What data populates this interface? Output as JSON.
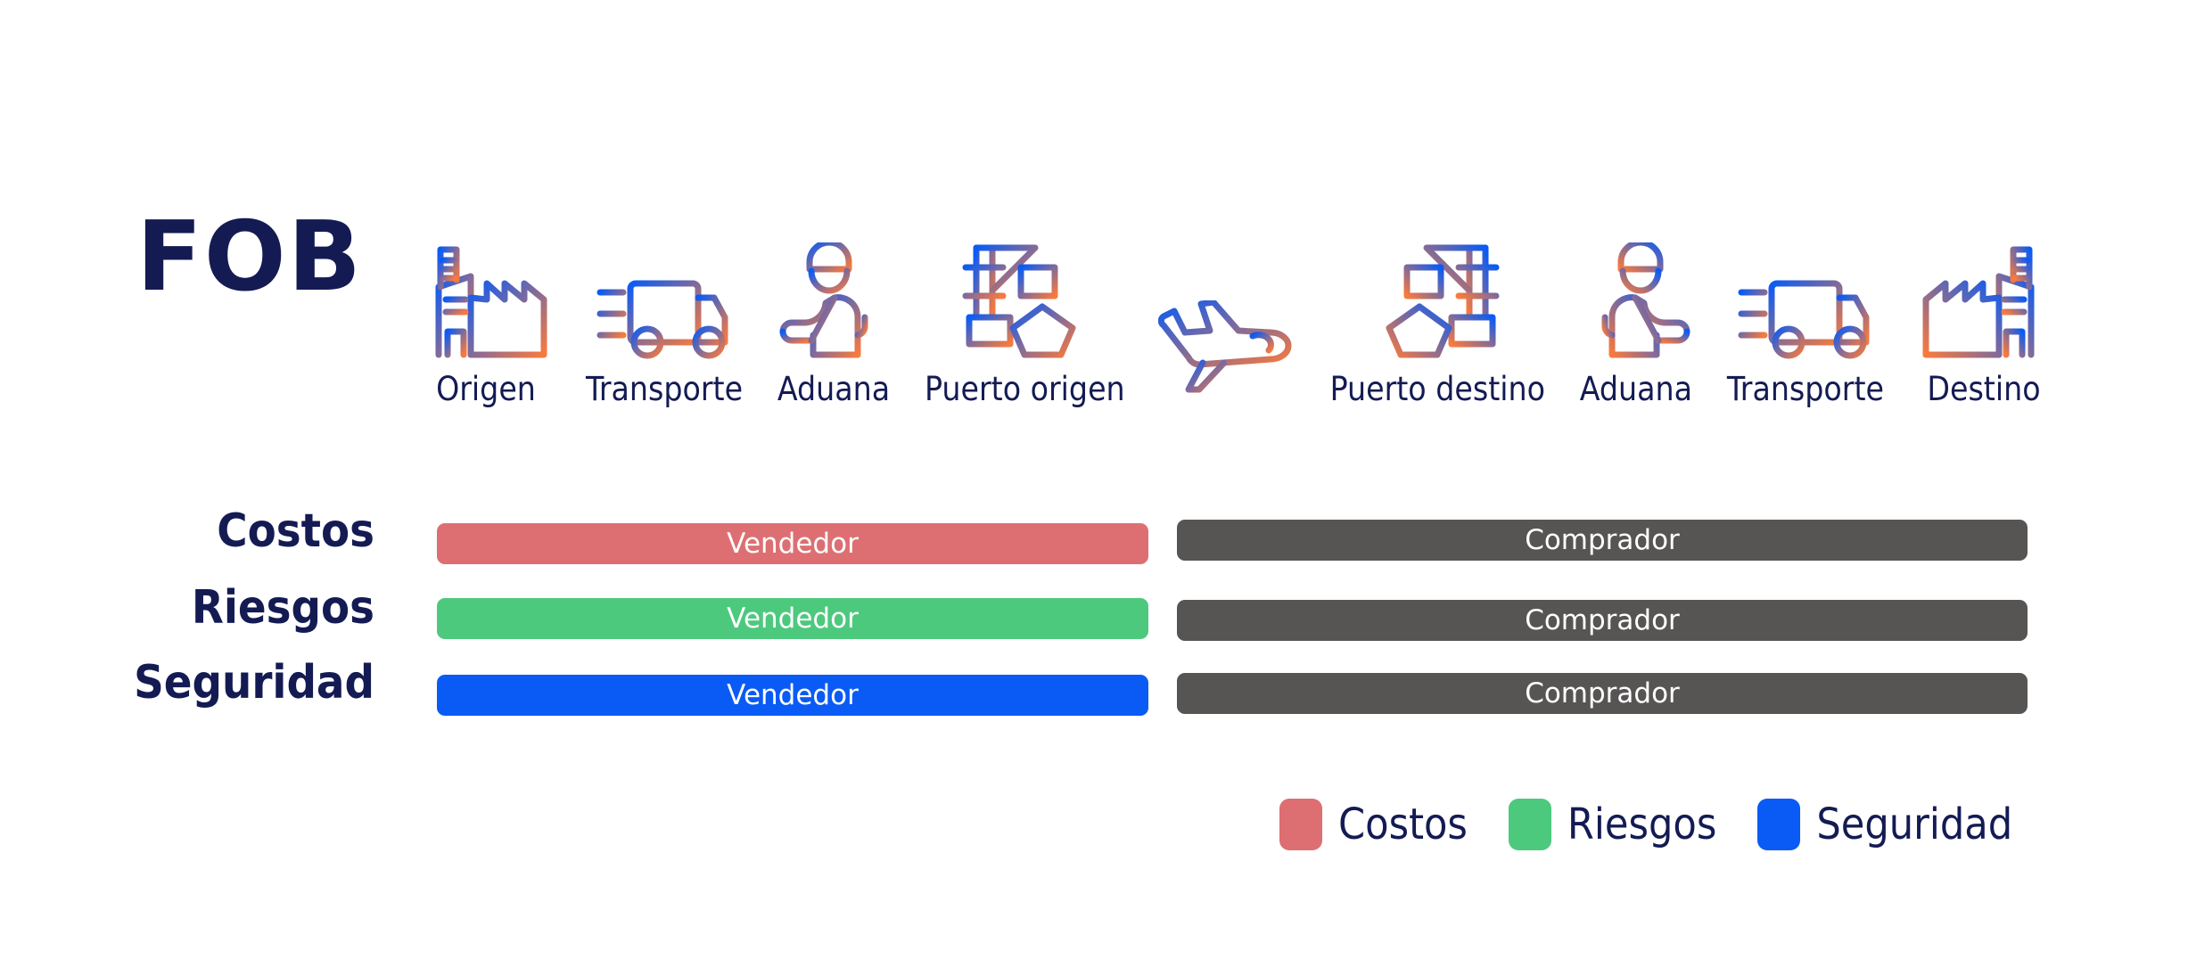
{
  "title": "FOB",
  "journey": {
    "steps": [
      {
        "label": "Origen",
        "icon": "factory-icon"
      },
      {
        "label": "Transporte",
        "icon": "truck-icon"
      },
      {
        "label": "Aduana",
        "icon": "customs-officer-icon"
      },
      {
        "label": "Puerto origen",
        "icon": "port-crane-icon"
      },
      {
        "label": "",
        "icon": "airplane-icon"
      },
      {
        "label": "Puerto destino",
        "icon": "port-crane-mirrored-icon"
      },
      {
        "label": "Aduana",
        "icon": "customs-officer-mirrored-icon"
      },
      {
        "label": "Transporte",
        "icon": "truck-icon"
      },
      {
        "label": "Destino",
        "icon": "factory-mirrored-icon"
      }
    ]
  },
  "chart_data": {
    "type": "bar",
    "title": "FOB",
    "categories": [
      "Costos",
      "Riesgos",
      "Seguridad"
    ],
    "segment_labels": [
      "Vendedor",
      "Comprador"
    ],
    "series": [
      {
        "name": "Costos",
        "color": "#DD6F72",
        "seller_label": "Vendedor",
        "buyer_label": "Comprador",
        "seller_span": [
          "Origen",
          "Puerto origen"
        ],
        "buyer_span": [
          "Puerto destino",
          "Destino"
        ]
      },
      {
        "name": "Riesgos",
        "color": "#4DC97E",
        "seller_label": "Vendedor",
        "buyer_label": "Comprador",
        "seller_span": [
          "Origen",
          "Puerto origen"
        ],
        "buyer_span": [
          "Puerto destino",
          "Destino"
        ]
      },
      {
        "name": "Seguridad",
        "color": "#0A5BF5",
        "seller_label": "Vendedor",
        "buyer_label": "Comprador",
        "seller_span": [
          "Origen",
          "Puerto origen"
        ],
        "buyer_span": [
          "Puerto destino",
          "Destino"
        ]
      }
    ],
    "buyer_color": "#575454",
    "legend": {
      "position": "bottom-right",
      "entries": [
        {
          "label": "Costos",
          "color": "#DD6F72"
        },
        {
          "label": "Riesgos",
          "color": "#4DC97E"
        },
        {
          "label": "Seguridad",
          "color": "#0A5BF5"
        }
      ]
    },
    "xlabel": "",
    "ylabel": "",
    "grid": false
  },
  "colors": {
    "navy": "#141B53",
    "costos": "#DD6F72",
    "riesgos": "#4DC97E",
    "seguridad": "#0A5BF5",
    "comprador": "#575454",
    "gradient_start": "#0A5BF5",
    "gradient_end": "#F97A3D"
  }
}
